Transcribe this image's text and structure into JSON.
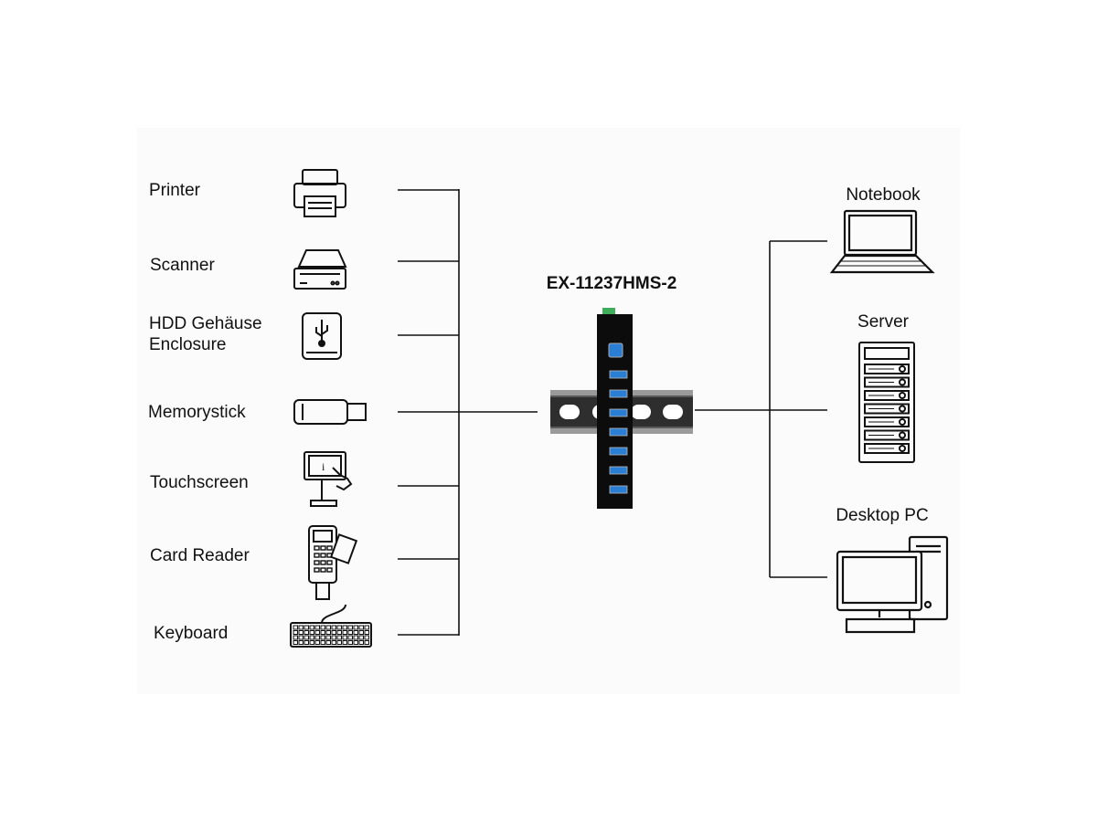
{
  "hub": {
    "model": "EX-11237HMS-2",
    "port_color": "#2a7fd4",
    "terminal_color": "#3fae5a"
  },
  "devices": [
    {
      "label": "Printer",
      "icon": "printer-icon"
    },
    {
      "label": "Scanner",
      "icon": "scanner-icon"
    },
    {
      "label": "HDD Gehäuse",
      "label2": "Enclosure",
      "icon": "hdd-enclosure-icon"
    },
    {
      "label": "Memorystick",
      "icon": "usb-stick-icon"
    },
    {
      "label": "Touchscreen",
      "icon": "touchscreen-kiosk-icon"
    },
    {
      "label": "Card Reader",
      "icon": "card-reader-icon"
    },
    {
      "label": "Keyboard",
      "icon": "keyboard-icon"
    }
  ],
  "hosts": [
    {
      "label": "Notebook",
      "icon": "laptop-icon"
    },
    {
      "label": "Server",
      "icon": "server-rack-icon"
    },
    {
      "label": "Desktop PC",
      "icon": "desktop-pc-icon"
    }
  ]
}
